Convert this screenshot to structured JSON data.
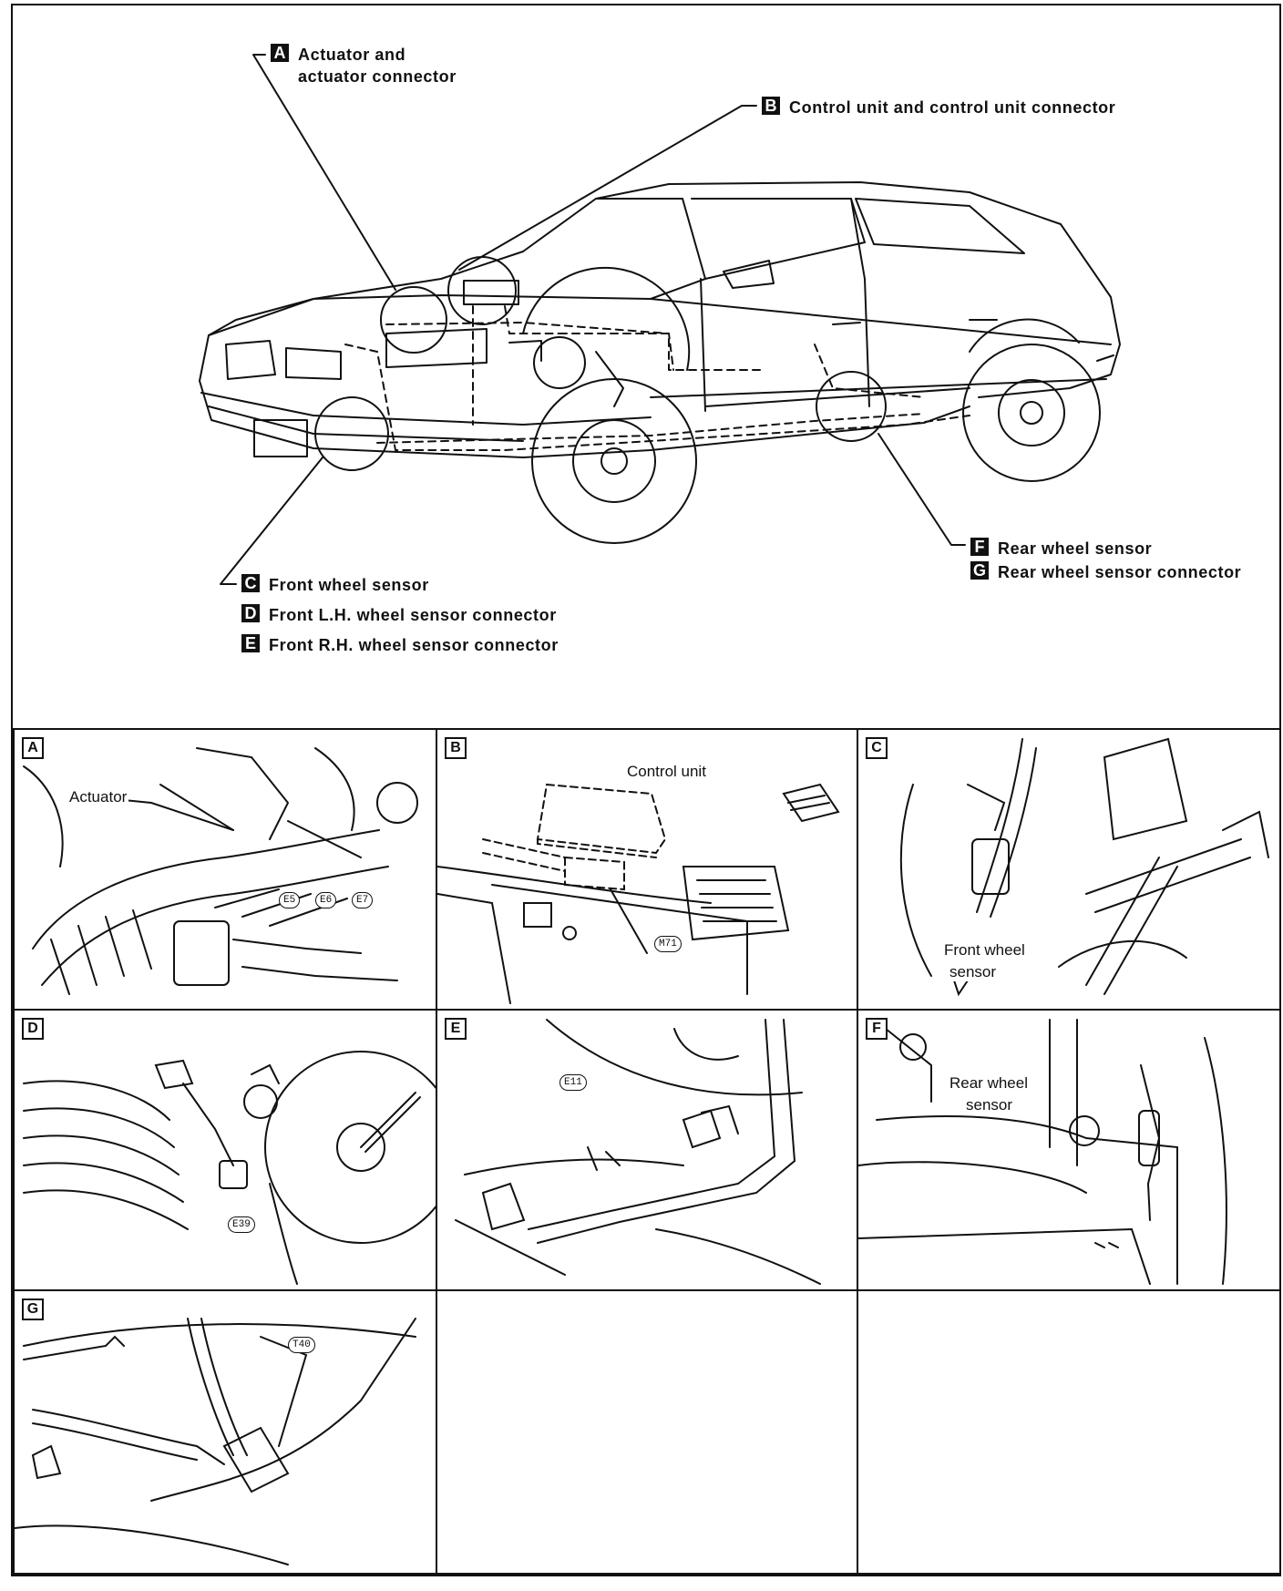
{
  "callouts": {
    "A": {
      "key": "A",
      "line1": "Actuator and",
      "line2": "actuator connector"
    },
    "B": {
      "key": "B",
      "text": "Control unit and control unit connector"
    },
    "C": {
      "key": "C",
      "text": "Front wheel sensor"
    },
    "D": {
      "key": "D",
      "text": "Front L.H. wheel sensor connector"
    },
    "E": {
      "key": "E",
      "text": "Front R.H. wheel sensor connector"
    },
    "F": {
      "key": "F",
      "text": "Rear wheel sensor"
    },
    "G": {
      "key": "G",
      "text": "Rear wheel sensor connector"
    }
  },
  "panels": {
    "A": {
      "key": "A",
      "label": "Actuator",
      "connectors": [
        "E5",
        "E6",
        "E7"
      ]
    },
    "B": {
      "key": "B",
      "label": "Control unit",
      "connectors": [
        "M71"
      ]
    },
    "C": {
      "key": "C",
      "label_line1": "Front wheel",
      "label_line2": "sensor"
    },
    "D": {
      "key": "D",
      "connectors": [
        "E39"
      ]
    },
    "E": {
      "key": "E",
      "connectors": [
        "E11"
      ]
    },
    "F": {
      "key": "F",
      "label_line1": "Rear wheel",
      "label_line2": "sensor"
    },
    "G": {
      "key": "G",
      "connectors": [
        "T40"
      ]
    }
  }
}
